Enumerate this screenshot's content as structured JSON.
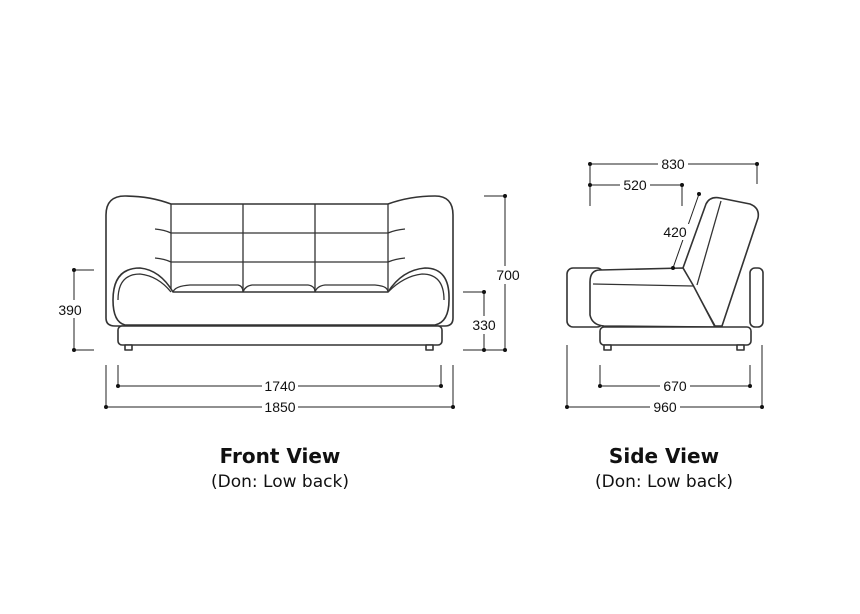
{
  "front_view": {
    "title": "Front View",
    "subtitle": "(Don: Low back)",
    "dimensions": {
      "arm_height": "390",
      "seat_height": "330",
      "total_height": "700",
      "inner_width": "1740",
      "total_width": "1850"
    }
  },
  "side_view": {
    "title": "Side View",
    "subtitle": "(Don: Low back)",
    "dimensions": {
      "total_depth_top": "830",
      "seat_depth_top": "520",
      "back_length": "420",
      "base_depth": "670",
      "total_depth": "960"
    }
  }
}
